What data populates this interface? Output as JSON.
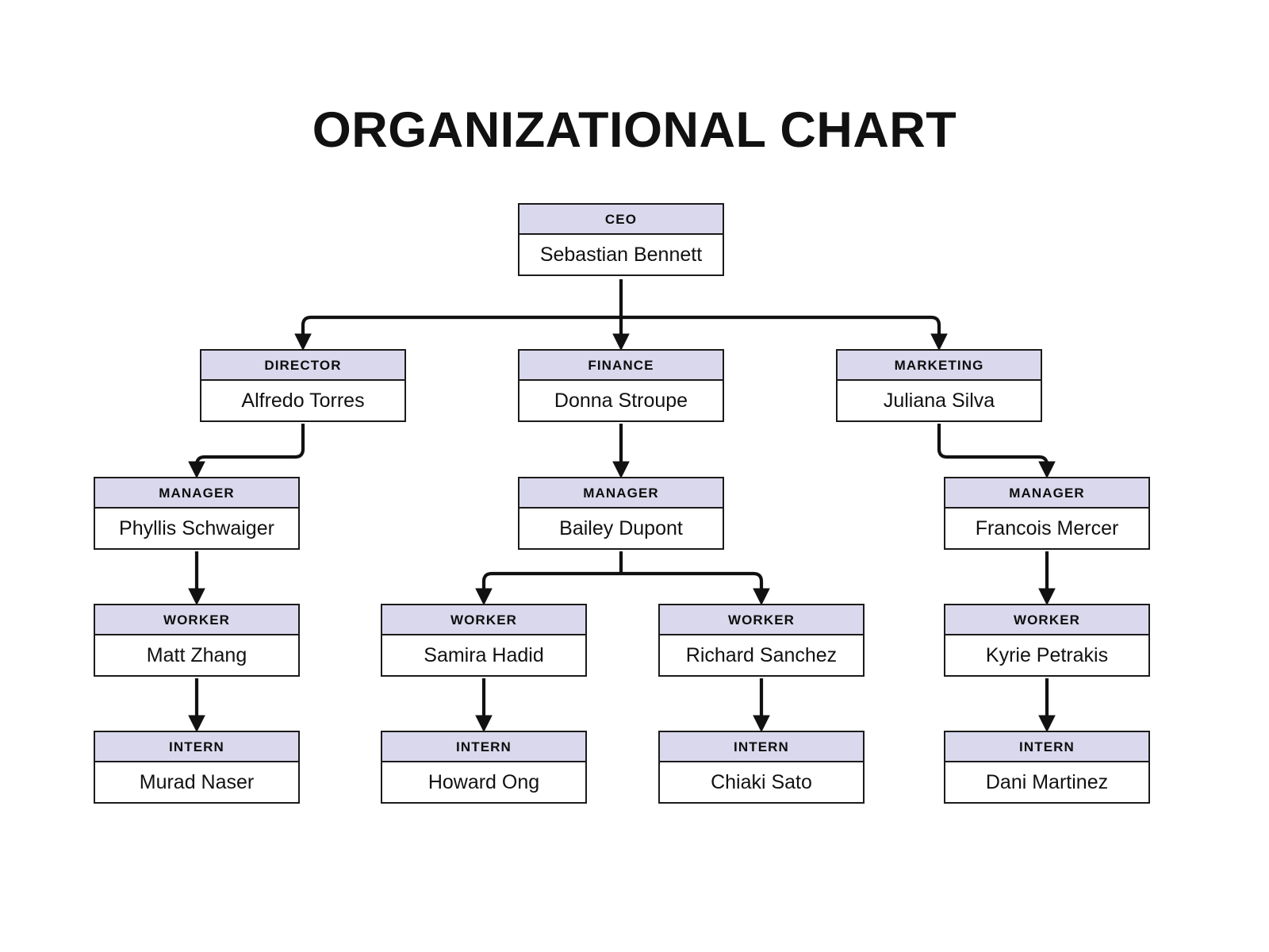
{
  "page": {
    "title": "ORGANIZATIONAL CHART",
    "background_color": "#ffffff",
    "header_fill_color": "#d9d8ec",
    "body_fill_color": "#ffffff",
    "border_color": "#1b1b1b",
    "text_color": "#111111"
  },
  "nodes": {
    "ceo": {
      "role": "CEO",
      "name": "Sebastian Bennett"
    },
    "director": {
      "role": "DIRECTOR",
      "name": "Alfredo Torres"
    },
    "finance": {
      "role": "FINANCE",
      "name": "Donna Stroupe"
    },
    "marketing": {
      "role": "MARKETING",
      "name": "Juliana Silva"
    },
    "manager_left": {
      "role": "MANAGER",
      "name": "Phyllis Schwaiger"
    },
    "manager_center": {
      "role": "MANAGER",
      "name": "Bailey Dupont"
    },
    "manager_right": {
      "role": "MANAGER",
      "name": "Francois Mercer"
    },
    "worker_1": {
      "role": "WORKER",
      "name": "Matt Zhang"
    },
    "worker_2": {
      "role": "WORKER",
      "name": "Samira Hadid"
    },
    "worker_3": {
      "role": "WORKER",
      "name": "Richard Sanchez"
    },
    "worker_4": {
      "role": "WORKER",
      "name": "Kyrie Petrakis"
    },
    "intern_1": {
      "role": "INTERN",
      "name": "Murad Naser"
    },
    "intern_2": {
      "role": "INTERN",
      "name": "Howard Ong"
    },
    "intern_3": {
      "role": "INTERN",
      "name": "Chiaki Sato"
    },
    "intern_4": {
      "role": "INTERN",
      "name": "Dani Martinez"
    }
  },
  "chart_data": {
    "type": "diagram",
    "diagram_kind": "organizational-chart",
    "title": "ORGANIZATIONAL CHART",
    "levels": [
      [
        "CEO"
      ],
      [
        "DIRECTOR",
        "FINANCE",
        "MARKETING"
      ],
      [
        "MANAGER",
        "MANAGER",
        "MANAGER"
      ],
      [
        "WORKER",
        "WORKER",
        "WORKER",
        "WORKER"
      ],
      [
        "INTERN",
        "INTERN",
        "INTERN",
        "INTERN"
      ]
    ],
    "people": [
      {
        "id": "ceo",
        "role": "CEO",
        "name": "Sebastian Bennett",
        "level": 0,
        "parent": null
      },
      {
        "id": "director",
        "role": "DIRECTOR",
        "name": "Alfredo Torres",
        "level": 1,
        "parent": "ceo"
      },
      {
        "id": "finance",
        "role": "FINANCE",
        "name": "Donna Stroupe",
        "level": 1,
        "parent": "ceo"
      },
      {
        "id": "marketing",
        "role": "MARKETING",
        "name": "Juliana Silva",
        "level": 1,
        "parent": "ceo"
      },
      {
        "id": "manager_left",
        "role": "MANAGER",
        "name": "Phyllis Schwaiger",
        "level": 2,
        "parent": "director"
      },
      {
        "id": "manager_center",
        "role": "MANAGER",
        "name": "Bailey Dupont",
        "level": 2,
        "parent": "finance"
      },
      {
        "id": "manager_right",
        "role": "MANAGER",
        "name": "Francois Mercer",
        "level": 2,
        "parent": "marketing"
      },
      {
        "id": "worker_1",
        "role": "WORKER",
        "name": "Matt Zhang",
        "level": 3,
        "parent": "manager_left"
      },
      {
        "id": "worker_2",
        "role": "WORKER",
        "name": "Samira Hadid",
        "level": 3,
        "parent": "manager_center"
      },
      {
        "id": "worker_3",
        "role": "WORKER",
        "name": "Richard Sanchez",
        "level": 3,
        "parent": "manager_center"
      },
      {
        "id": "worker_4",
        "role": "WORKER",
        "name": "Kyrie Petrakis",
        "level": 3,
        "parent": "manager_right"
      },
      {
        "id": "intern_1",
        "role": "INTERN",
        "name": "Murad Naser",
        "level": 4,
        "parent": "worker_1"
      },
      {
        "id": "intern_2",
        "role": "INTERN",
        "name": "Howard Ong",
        "level": 4,
        "parent": "worker_2"
      },
      {
        "id": "intern_3",
        "role": "INTERN",
        "name": "Chiaki Sato",
        "level": 4,
        "parent": "worker_3"
      },
      {
        "id": "intern_4",
        "role": "INTERN",
        "name": "Dani Martinez",
        "level": 4,
        "parent": "worker_4"
      }
    ],
    "edges": [
      {
        "from": "ceo",
        "to": "director"
      },
      {
        "from": "ceo",
        "to": "finance"
      },
      {
        "from": "ceo",
        "to": "marketing"
      },
      {
        "from": "director",
        "to": "manager_left"
      },
      {
        "from": "finance",
        "to": "manager_center"
      },
      {
        "from": "marketing",
        "to": "manager_right"
      },
      {
        "from": "manager_left",
        "to": "worker_1"
      },
      {
        "from": "manager_center",
        "to": "worker_2"
      },
      {
        "from": "manager_center",
        "to": "worker_3"
      },
      {
        "from": "manager_right",
        "to": "worker_4"
      },
      {
        "from": "worker_1",
        "to": "intern_1"
      },
      {
        "from": "worker_2",
        "to": "intern_2"
      },
      {
        "from": "worker_3",
        "to": "intern_3"
      },
      {
        "from": "worker_4",
        "to": "intern_4"
      }
    ]
  }
}
